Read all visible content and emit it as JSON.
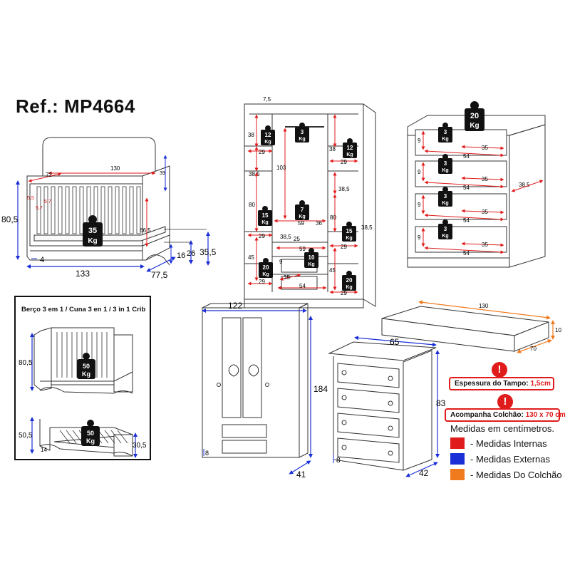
{
  "ref_title": "Ref.: MP4664",
  "crib_box_title": "Berço 3 em 1 / Cuna 3 en 1 / 3 in 1 Crib",
  "colors": {
    "internal": "#e01b1b",
    "external": "#1a2fd6",
    "mattress": "#f07a1e",
    "line": "#333333"
  },
  "crib": {
    "width": "133",
    "height": "80,5",
    "depth": "77,5",
    "base": "4",
    "inner_length": "130",
    "inner_width": "72",
    "headboard": "39",
    "rail_1": "5,5",
    "rail_2": "5,7",
    "rail_3": "5,7",
    "inner_height": "66,5",
    "side_height": "35,5",
    "side_depth": "26",
    "side_low": "16",
    "weight": "35",
    "unit": "Kg"
  },
  "wardrobe_interior": {
    "top": "7,5",
    "shelf_l1": "38",
    "shelf_l2": "38,5",
    "shelf_l3": "80",
    "shelf_l4": "45",
    "width_l": "29",
    "hanging_h": "103",
    "width_c": "59",
    "width_c2": "36",
    "drawer_h": "25",
    "drawer_h2": "9",
    "drawer_w": "35",
    "drawer_w2": "54",
    "shelf_r1": "38",
    "shelf_r2": "38,5",
    "shelf_r3": "80",
    "shelf_r4": "45",
    "depth": "38,5",
    "depth2": "38,5",
    "weights": [
      "12",
      "3",
      "12",
      "15",
      "7",
      "15",
      "10",
      "20",
      "20"
    ],
    "unit": "Kg"
  },
  "dresser_interior": {
    "top_weight": "20",
    "drawer_weight": "3",
    "depth": "38,5",
    "drawer_height": "9",
    "drawer_w1": "54",
    "drawer_w2": "35",
    "unit": "Kg"
  },
  "wardrobe": {
    "width": "122",
    "height": "184",
    "depth": "41",
    "base": "8"
  },
  "mattress": {
    "length": "130",
    "width": "70",
    "thickness": "10"
  },
  "dresser": {
    "width": "65",
    "height": "83",
    "depth": "42",
    "base": "8"
  },
  "crib_modes": {
    "mode1": {
      "height": "80,5",
      "weight": "50",
      "unit": "Kg"
    },
    "mode2": {
      "height": "50,5",
      "right": "30,5",
      "base": "14",
      "weight": "50",
      "unit": "Kg"
    }
  },
  "notes": {
    "top_thickness_label": "Espessura do Tampo:",
    "top_thickness_value": "1,5cm",
    "mattress_label": "Acompanha Colchão:",
    "mattress_value": "130 x 70 cm"
  },
  "units_note": "Medidas em centímetros.",
  "legend": [
    {
      "label": "- Medidas Internas",
      "color": "#e01b1b"
    },
    {
      "label": "- Medidas Externas",
      "color": "#1a2fd6"
    },
    {
      "label": "- Medidas Do Colchão",
      "color": "#f07a1e"
    }
  ]
}
